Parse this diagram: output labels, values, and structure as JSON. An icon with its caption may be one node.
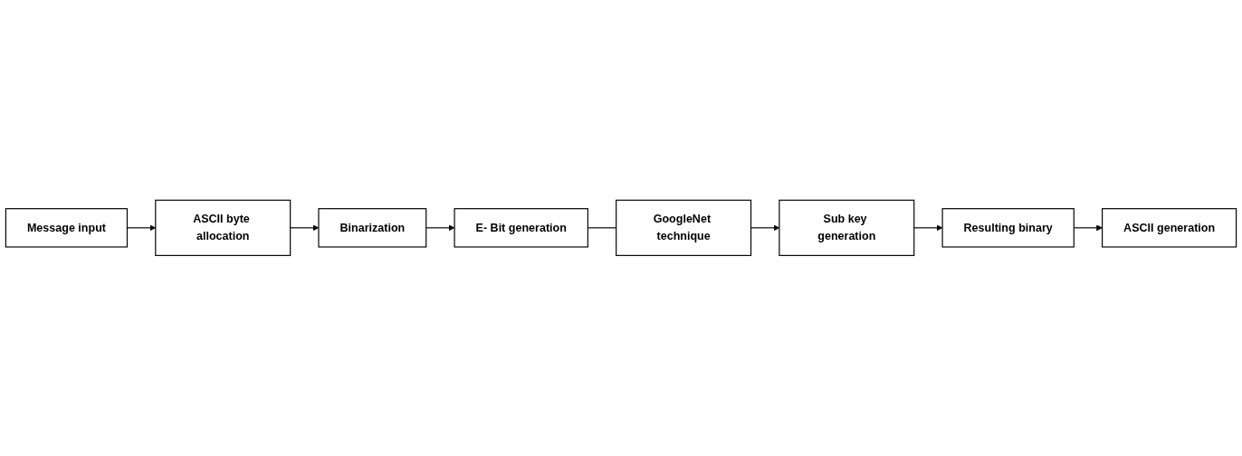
{
  "diagram": {
    "nodes": [
      {
        "text": [
          "Message input"
        ]
      },
      {
        "text": [
          "ASCII byte allocation"
        ]
      },
      {
        "text": [
          "Binarization"
        ]
      },
      {
        "text": [
          "E- Bit generation"
        ]
      },
      {
        "text": [
          "GoogleNet technique"
        ]
      },
      {
        "text": [
          "Sub key generation"
        ]
      },
      {
        "text": [
          "Resulting binary"
        ]
      },
      {
        "text": [
          "ASCII generation"
        ]
      }
    ],
    "edges": [
      {
        "from": 0,
        "to": 1,
        "arrow": "to"
      },
      {
        "from": 1,
        "to": 2,
        "arrow": "to"
      },
      {
        "from": 2,
        "to": 3,
        "arrow": "to"
      },
      {
        "from": 3,
        "to": 4,
        "arrow": "none"
      },
      {
        "from": 4,
        "to": 5,
        "arrow": "to"
      },
      {
        "from": 5,
        "to": 6,
        "arrow": "to"
      },
      {
        "from": 6,
        "to": 7,
        "arrow": "to"
      }
    ]
  }
}
